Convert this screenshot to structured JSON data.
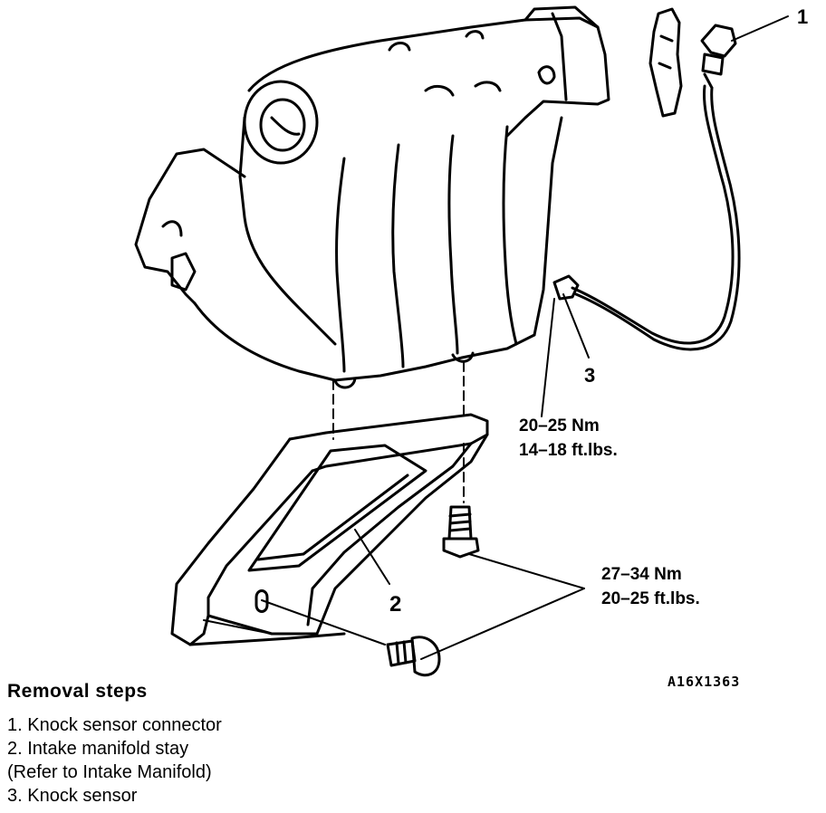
{
  "callouts": {
    "one": "1",
    "two": "2",
    "three": "3"
  },
  "torque_sensor": {
    "nm": "20–25 Nm",
    "ftlbs": "14–18 ft.lbs."
  },
  "torque_stay": {
    "nm": "27–34 Nm",
    "ftlbs": "20–25 ft.lbs."
  },
  "figure_id": "A16X1363",
  "removal": {
    "title": "Removal steps",
    "step1": "1. Knock sensor connector",
    "step2": "2. Intake manifold stay",
    "step2_note": "(Refer to Intake Manifold)",
    "step3": "3. Knock sensor"
  }
}
